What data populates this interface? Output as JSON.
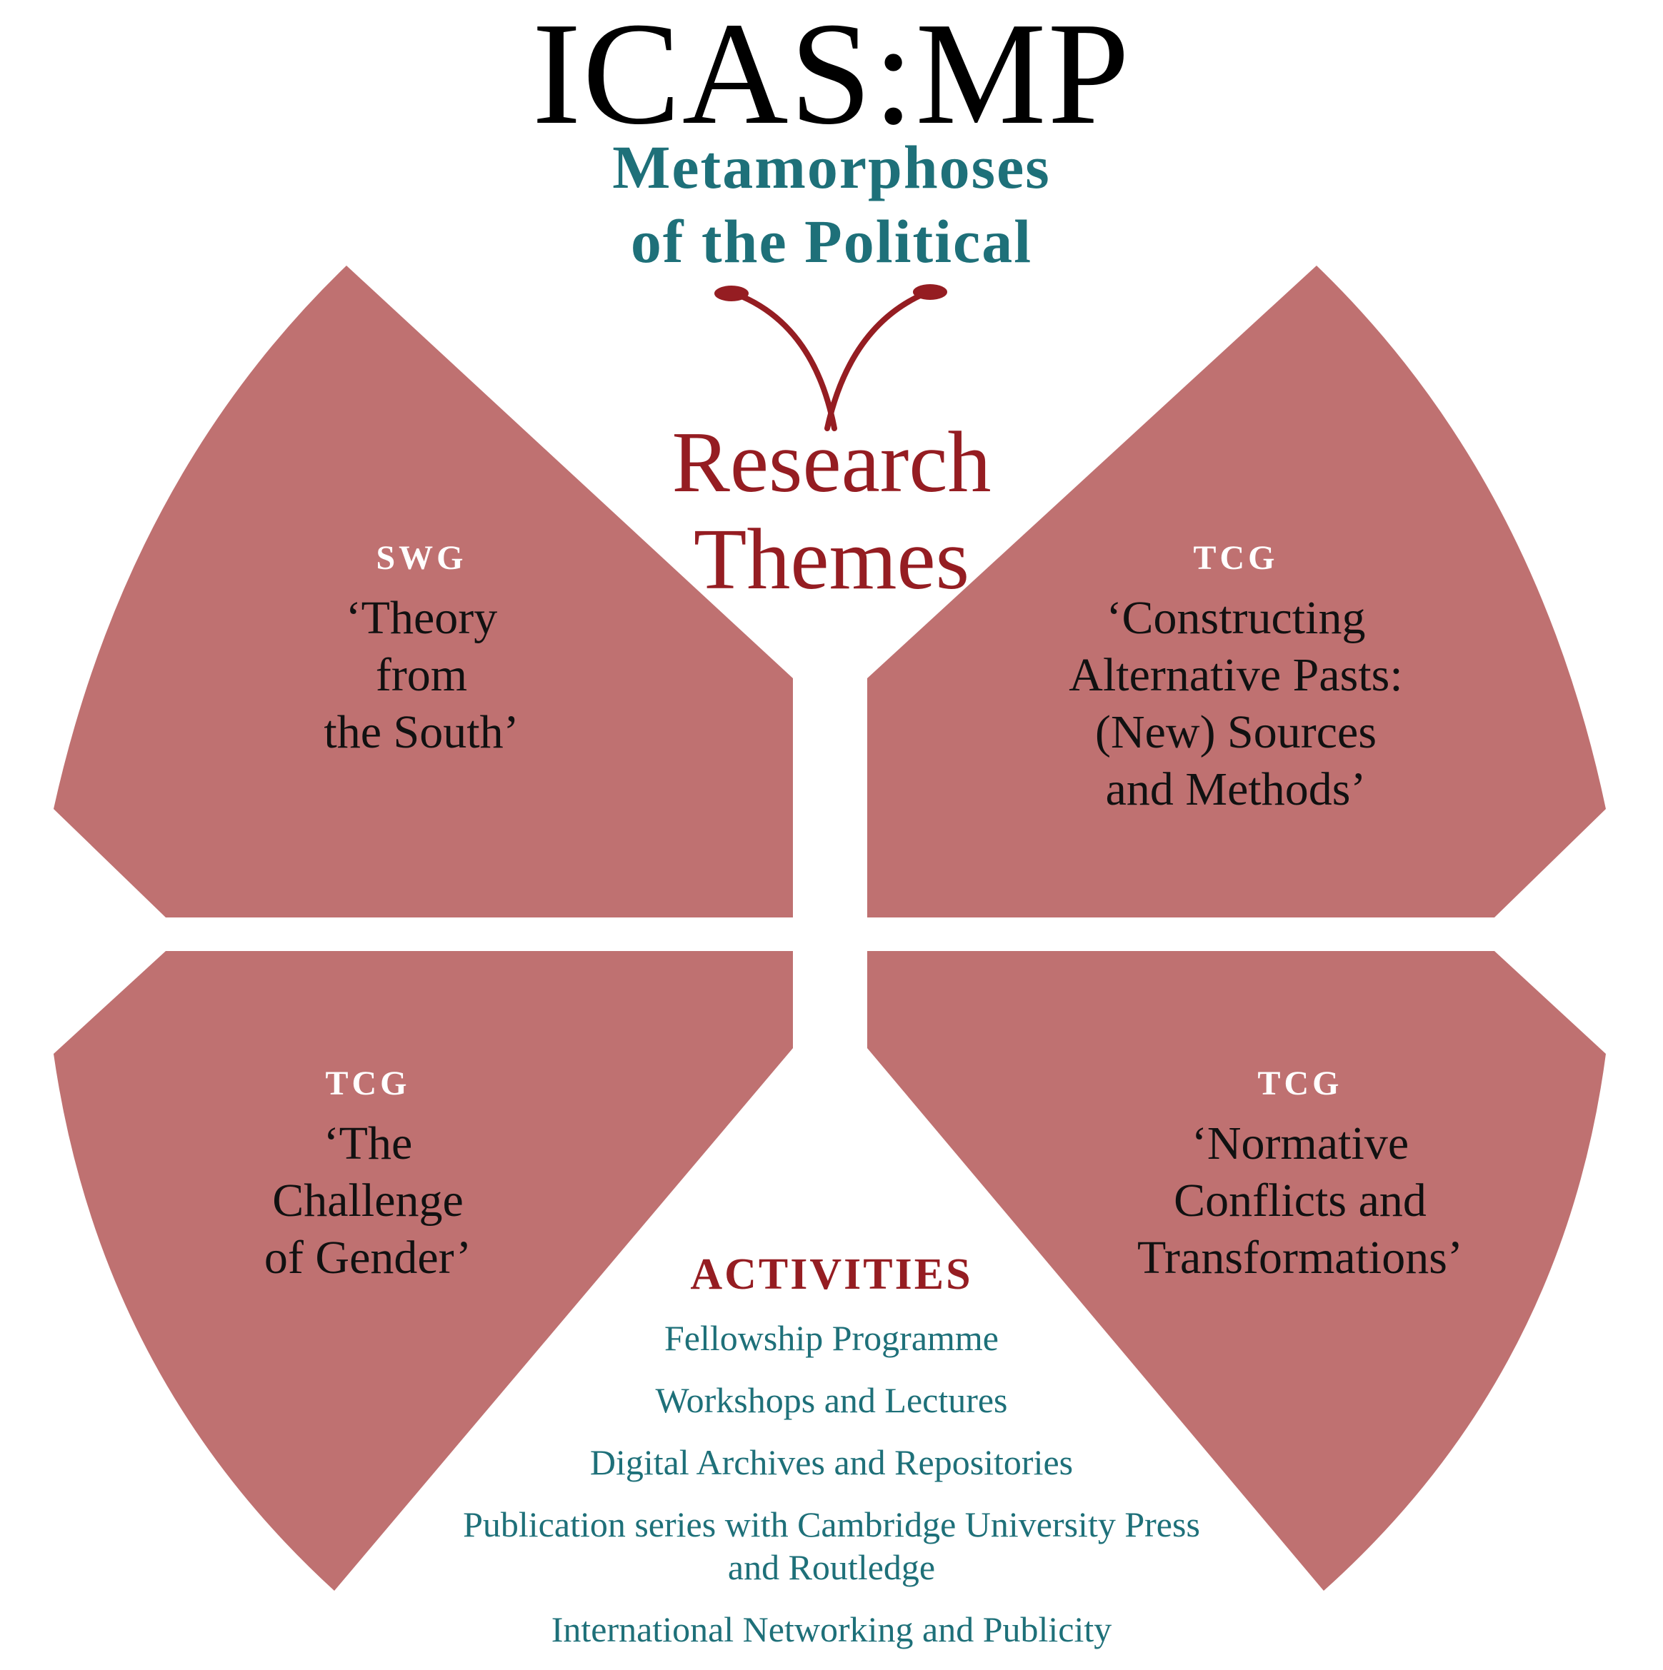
{
  "title": "ICAS:MP",
  "subtitle": "Metamorphoses\nof the Political",
  "center_label": "Research\nThemes",
  "themes": [
    {
      "tag": "SWG",
      "name": "‘Theory\nfrom\nthe South’"
    },
    {
      "tag": "TCG",
      "name": "‘Constructing\nAlternative Pasts:\n(New) Sources\nand Methods’"
    },
    {
      "tag": "TCG",
      "name": "‘The\nChallenge\nof Gender’"
    },
    {
      "tag": "TCG",
      "name": "‘Normative\nConflicts and\nTransformations’"
    }
  ],
  "activities": {
    "heading": "ACTIVITIES",
    "items": [
      "Fellowship Programme",
      "Workshops and Lectures",
      "Digital Archives and Repositories",
      "Publication series with Cambridge University Press\nand Routledge",
      "International Networking and Publicity"
    ]
  },
  "colors": {
    "wing": "#bf7171",
    "teal": "#1e7079",
    "crimson": "#951d22"
  }
}
